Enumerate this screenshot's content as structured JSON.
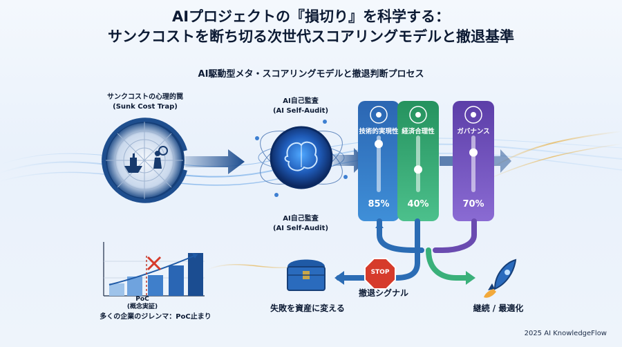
{
  "header": {
    "title_line1": "AIプロジェクトの『損切り』を科学する：",
    "title_line2": "サンクコストを断ち切る次世代スコアリングモデルと撤退基準",
    "subtitle": "AI駆動型メタ・スコアリングモデルと撤退判断プロセス"
  },
  "sunk_cost": {
    "label_ja": "サンクコストの心理的罠",
    "label_en": "(Sunk Cost Trap)"
  },
  "audit": {
    "top_ja": "AI自己監査",
    "top_en": "(AI Self-Audit)",
    "bottom_ja": "AI自己監査",
    "bottom_en": "(AI Self-Audit)"
  },
  "scores": [
    {
      "label": "技術的実現性",
      "value_text": "85%",
      "level": 0.85,
      "color": "#2f6fb8",
      "icon": "gear-icon"
    },
    {
      "label": "経済合理性",
      "value_text": "40%",
      "level": 0.4,
      "color": "#2d9b6a",
      "icon": "dollar-cycle-icon"
    },
    {
      "label": "ガバナンス",
      "value_text": "70%",
      "level": 0.7,
      "color": "#6a4bb0",
      "icon": "shield-check-icon"
    }
  ],
  "poc": {
    "label": "PoC",
    "sub": "(概念実証)",
    "caption": "多くの企業のジレンマ：PoC止まり"
  },
  "outcomes": {
    "stop_sign": "STOP",
    "exit_signal": "撤退シグナル",
    "failure_to_asset": "失敗を資産に変える",
    "continue": "継続 / 最適化"
  },
  "footer": {
    "credit": "2025 AI KnowledgeFlow"
  }
}
